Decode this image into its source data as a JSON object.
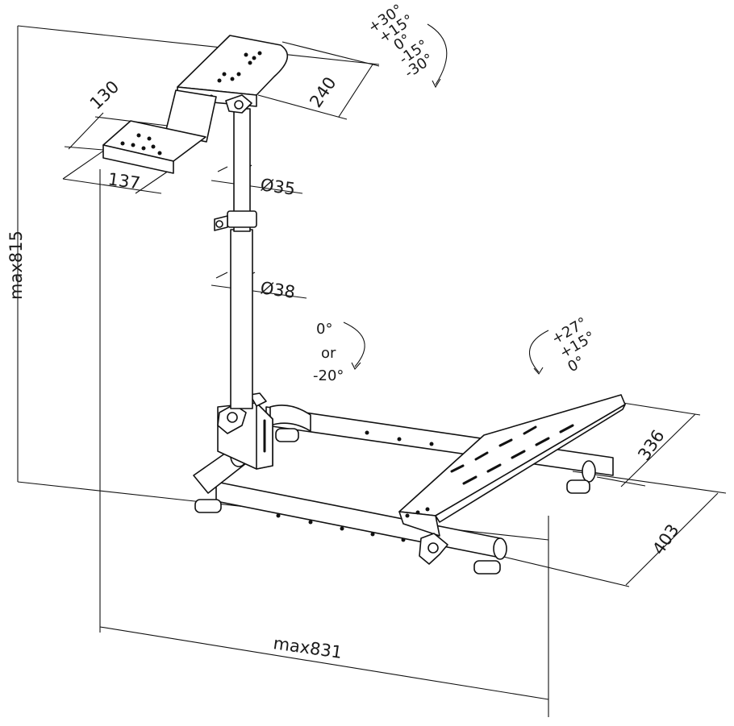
{
  "dimensions": {
    "height_max": "max815",
    "width_max": "max831",
    "top_plate_depth": "240",
    "small_plate_width": "130",
    "small_plate_depth": "137",
    "upper_tube_dia": "Ø35",
    "lower_tube_dia": "Ø38",
    "pedal_plate_width": "336",
    "base_depth": "403"
  },
  "angles": {
    "top_tilt": [
      "+30°",
      "+15°",
      "0°",
      "-15°",
      "-30°"
    ],
    "column_tilt": [
      "0°",
      "or",
      "-20°"
    ],
    "pedal_tilt": [
      "+27°",
      "+15°",
      "0°"
    ]
  },
  "colors": {
    "line": "#111111",
    "background": "#ffffff"
  }
}
